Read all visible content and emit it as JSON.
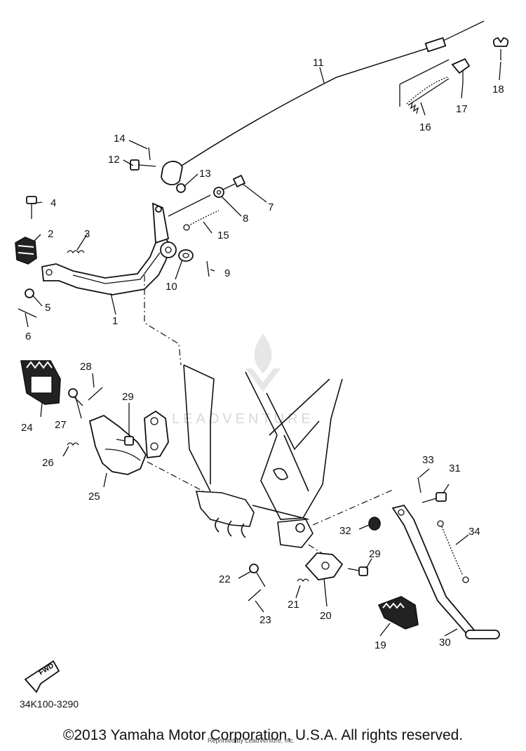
{
  "callouts": [
    {
      "label": "1"
    },
    {
      "label": "2"
    },
    {
      "label": "3"
    },
    {
      "label": "4"
    },
    {
      "label": "5"
    },
    {
      "label": "6"
    },
    {
      "label": "7"
    },
    {
      "label": "8"
    },
    {
      "label": "9"
    },
    {
      "label": "10"
    },
    {
      "label": "11"
    },
    {
      "label": "12"
    },
    {
      "label": "13"
    },
    {
      "label": "14"
    },
    {
      "label": "15"
    },
    {
      "label": "16"
    },
    {
      "label": "17"
    },
    {
      "label": "18"
    },
    {
      "label": "19"
    },
    {
      "label": "20"
    },
    {
      "label": "21"
    },
    {
      "label": "22"
    },
    {
      "label": "23"
    },
    {
      "label": "24"
    },
    {
      "label": "25"
    },
    {
      "label": "26"
    },
    {
      "label": "27"
    },
    {
      "label": "28"
    },
    {
      "label": "29"
    },
    {
      "label": "29"
    },
    {
      "label": "30"
    },
    {
      "label": "31"
    },
    {
      "label": "32"
    },
    {
      "label": "33"
    },
    {
      "label": "34"
    }
  ],
  "fwd_label": "FWD",
  "diagram_code": "34K100-3290",
  "copyright": "©2013 Yamaha Motor Corporation, U.S.A. All rights reserved.",
  "reprint_note": "Reprinted by LeadVenture, Inc.",
  "watermark_text": "LEADVENTURE",
  "colors": {
    "ink": "#111111",
    "watermark": "#d8d8d8"
  }
}
